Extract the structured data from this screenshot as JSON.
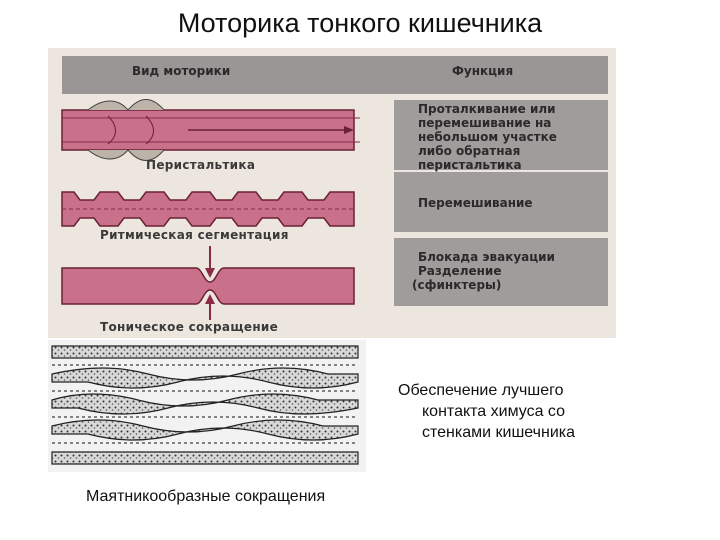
{
  "title": "Моторика тонкого кишечника",
  "table": {
    "header_type": "Вид моторики",
    "header_function": "Функция"
  },
  "rows": [
    {
      "caption": "Перистальтика",
      "function_lines": [
        "Проталкивание или",
        "перемешивание на",
        "небольшом участке",
        "либо обратная",
        "перистальтика"
      ]
    },
    {
      "caption": "Ритмическая сегментация",
      "function_lines": [
        "Перемешивание"
      ]
    },
    {
      "caption": "Тоническое сокращение",
      "function_lines": [
        "Блокада эвакуации",
        "Разделение",
        "(сфинктеры)"
      ]
    }
  ],
  "colors": {
    "gut_fill": "#c9708a",
    "gut_dark": "#8a2a45",
    "panel": "#ece6de"
  },
  "pendulum": {
    "description_lines": [
      "Обеспечение лучшего",
      "контакта химуса со",
      "стенками кишечника"
    ],
    "caption": "Маятникообразные сокращения"
  }
}
